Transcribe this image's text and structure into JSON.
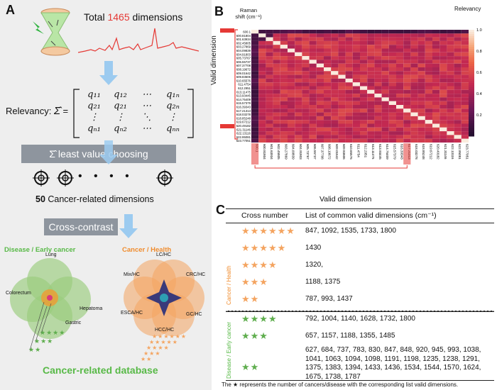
{
  "panelA": {
    "letter": "A",
    "total_prefix": "Total ",
    "total_number": "1465",
    "total_suffix": " dimensions",
    "relevancy_label": "Relevancy:",
    "sigma_symbol": "Σ̂",
    "matrix_rows": [
      [
        "q₁₁",
        "q₁₂",
        "⋯",
        "q₁ₙ"
      ],
      [
        "q₂₁",
        "q₂₁",
        "⋯",
        "q₂ₙ"
      ],
      [
        "⋮",
        "⋮",
        "⋱",
        "⋮"
      ],
      [
        "qₙ₁",
        "qₙ₂",
        "⋯",
        "qₙₙ"
      ]
    ],
    "least_value_label": "Σ̂ least value choosing",
    "dots": "• • • •",
    "cancer_dims_number": "50",
    "cancer_dims_text": " Cancer-related dimensions",
    "cross_contrast": "Cross-contrast",
    "venn_left_title": "Disease / Early cancer",
    "venn_left_labels": [
      "Lung",
      "Colorectum",
      "Hepatoma",
      "Gastric"
    ],
    "venn_right_title": "Cancer / Health",
    "venn_right_labels": [
      "LC/HC",
      "Mix/HC",
      "CRC/HC",
      "ESCA/HC",
      "GC/HC",
      "HCC/HC"
    ],
    "left_stars": [
      "★★★★",
      "★★★",
      "★★"
    ],
    "right_stars": [
      "★★★★★★",
      "★★★★★",
      "★★★★",
      "★★★",
      "★★"
    ],
    "database_label": "Cancer-related database",
    "colors": {
      "red": "#e53935",
      "green": "#58b947",
      "orange": "#f08c2e",
      "panel_bg": "#eeeeee",
      "grey_box": "#8e959e"
    }
  },
  "panelB": {
    "letter": "B",
    "y_axis_title": "Raman shift (cm⁻¹)",
    "valid_dimension_y": "Valid dimension",
    "valid_dimension_x": "Valid dimension",
    "colorbar_title": "Relevancy",
    "colorbar_ticks": [
      "1.0",
      "0.8",
      "0.6",
      "0.4",
      "0.2"
    ],
    "row_labels": [
      "600.1",
      "600.81804",
      "601.63934",
      "602.45805",
      "603.27869",
      "604.09839",
      "604.91803",
      "605.73767",
      "606.55737",
      "607.37708",
      "608.19672",
      "609.01642",
      "609.83606",
      "610.65576",
      "611.4754",
      "612.2951",
      "613.11475",
      "613.93445",
      "614.75409",
      "615.57379",
      "616.39343",
      "617.21313",
      "618.03278",
      "618.85248",
      "619.67212",
      "620.49182",
      "621.31146",
      "622.13116",
      "622.95081",
      "623.77051"
    ],
    "col_labels": [
      "600.1",
      "600.81804",
      "601.63934",
      "602.45805",
      "603.27869",
      "604.09839",
      "604.91803",
      "605.73767",
      "606.55737",
      "607.37708",
      "608.19672",
      "609.01642",
      "609.83606",
      "610.65576",
      "611.4754",
      "612.2951",
      "613.11475",
      "613.93445",
      "614.75409",
      "615.57379",
      "616.39343",
      "617.21313",
      "618.03278",
      "618.85248",
      "619.67212",
      "620.49182",
      "621.31146",
      "622.13116",
      "622.95081",
      "623.77051"
    ],
    "chart_data": {
      "type": "heatmap",
      "x": [
        "600.1",
        "600.81804",
        "601.63934",
        "602.45805",
        "603.27869",
        "604.09839",
        "604.91803",
        "605.73767",
        "606.55737",
        "607.37708",
        "608.19672",
        "609.01642",
        "609.83606",
        "610.65576",
        "611.4754",
        "612.2951",
        "613.11475",
        "613.93445",
        "614.75409",
        "615.57379",
        "616.39343",
        "617.21313",
        "618.03278",
        "618.85248",
        "619.67212",
        "620.49182",
        "621.31146",
        "622.13116",
        "622.95081",
        "623.77051"
      ],
      "y": [
        "600.1",
        "600.81804",
        "601.63934",
        "602.45805",
        "603.27869",
        "604.09839",
        "604.91803",
        "605.73767",
        "606.55737",
        "607.37708",
        "608.19672",
        "609.01642",
        "609.83606",
        "610.65576",
        "611.4754",
        "612.2951",
        "613.11475",
        "613.93445",
        "614.75409",
        "615.57379",
        "616.39343",
        "617.21313",
        "618.03278",
        "618.85248",
        "619.67212",
        "620.49182",
        "621.31146",
        "622.13116",
        "622.95081",
        "623.77051"
      ],
      "diagonal_value": 1,
      "sample_first_row": [
        1,
        0.12,
        0.13,
        0.14,
        0.16,
        0.2,
        0.18,
        0.12,
        0.13,
        0.12,
        0.14,
        0.098,
        0.12,
        0.19,
        0.15,
        0.12,
        0.088,
        0.1,
        0.12,
        0.11,
        0.098,
        0.1,
        0.12,
        0.16,
        0.16,
        0.13,
        0.1,
        0.12,
        0.098,
        0.16
      ],
      "sample_row_3": [
        0.13,
        0.15,
        1,
        0.54,
        0.43,
        0.55,
        0.43,
        0.54,
        0.56,
        0.58,
        0.46,
        0.44,
        0.55,
        0.44,
        0.58,
        0.52,
        0.47,
        0.52,
        0.53,
        0.52,
        0.51,
        0.47,
        0.52,
        0.56,
        0.44,
        0.57,
        0.45,
        0.55,
        0.44,
        0.53
      ],
      "zlim": [
        0,
        1
      ],
      "colorscale": "rocket"
    }
  },
  "panelC": {
    "letter": "C",
    "header_cross": "Cross number",
    "header_list": "List of common valid dimensions (cm⁻¹)",
    "group_orange": "Cancer / Health",
    "group_green": "Disease / Early cancer",
    "rows_orange": [
      {
        "stars": "★★★★★★",
        "list": "847, 1092, 1535, 1733, 1800"
      },
      {
        "stars": "★★★★★",
        "list": "1430"
      },
      {
        "stars": "★★★★",
        "list": "1320,"
      },
      {
        "stars": "★★★",
        "list": "1188, 1375"
      },
      {
        "stars": "★★",
        "list": "787, 993, 1437"
      }
    ],
    "rows_green": [
      {
        "stars": "★★★★",
        "list": "792, 1004, 1140, 1628, 1732, 1800"
      },
      {
        "stars": "★★★",
        "list": "657, 1157, 1188, 1355, 1485"
      },
      {
        "stars": "★★",
        "list": "627, 684, 737, 783, 830, 847, 848, 920, 945, 993, 1038, 1041, 1063, 1094, 1098, 1191, 1198, 1235, 1238, 1291, 1375, 1383, 1394, 1433, 1436, 1534, 1544, 1570, 1624, 1675, 1738, 1787"
      }
    ],
    "footnote": "The ★ represents the number of cancers/disease with the corresponding list  valid dimensions."
  }
}
